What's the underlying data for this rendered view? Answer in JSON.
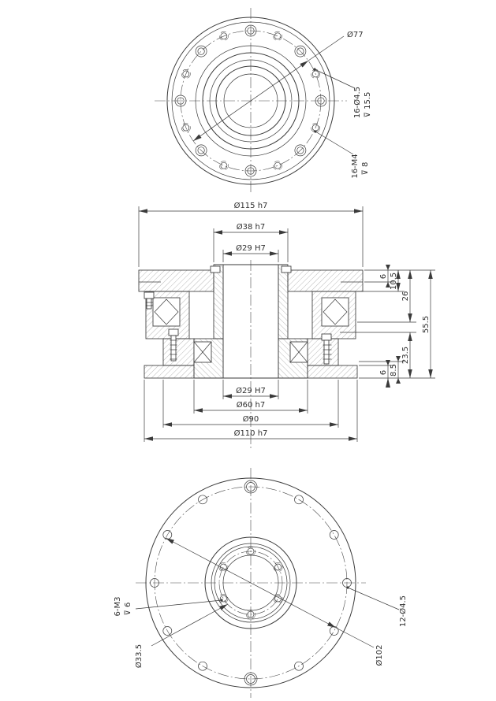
{
  "drawing": {
    "colors": {
      "line": "#3a3a3a",
      "background": "#ffffff"
    },
    "top_view": {
      "dia_bolt_circle": "Ø77",
      "holes_outer": "16-Ø4.5",
      "holes_outer_depth": "⊽ 15.5",
      "holes_thread": "16-M4",
      "holes_thread_depth": "⊽ 8"
    },
    "section_view": {
      "dia_flange_top": "Ø115 h7",
      "dia_hub_top": "Ø38 h7",
      "dia_bore_top": "Ø29 H7",
      "dia_bore_bottom": "Ø29 H7",
      "dia_hub_bottom": "Ø60 h7",
      "dia_housing": "Ø90",
      "dia_flange_bottom": "Ø110 h7",
      "h_rim_top": "6",
      "h_boss": "10.5",
      "h_upper": "26",
      "h_total": "55.5",
      "h_lower": "23.5",
      "h_step": "8.5",
      "h_rim_bottom": "6"
    },
    "bottom_view": {
      "holes_thread": "6-M3",
      "holes_thread_depth": "⊽ 6",
      "dia_thread_circle": "Ø33.5",
      "dia_bolt_circle": "Ø102",
      "holes": "12-Ø4.5"
    }
  }
}
